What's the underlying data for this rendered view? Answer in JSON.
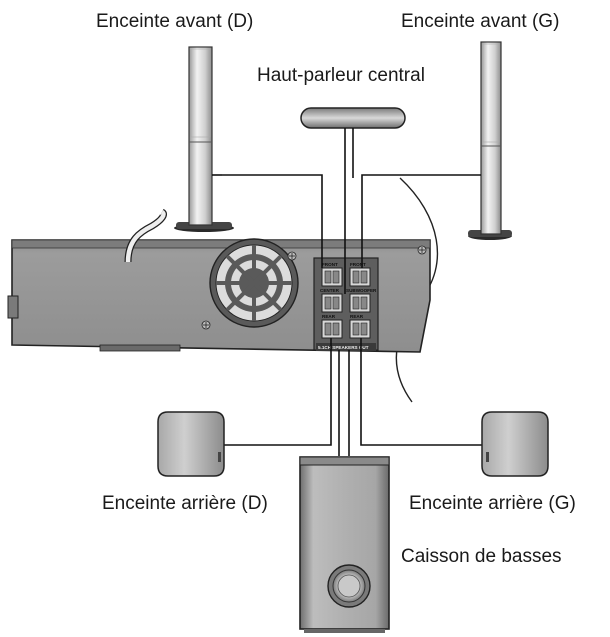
{
  "labels": {
    "front_right": "Enceinte avant (D)",
    "front_left": "Enceinte avant (G)",
    "center": "Haut-parleur central",
    "rear_right": "Enceinte arrière (D)",
    "rear_left": "Enceinte arrière (G)",
    "subwoofer": "Caisson de basses"
  },
  "panel": {
    "terminal_labels": [
      "FRONT",
      "FRONT",
      "CENTER",
      "SUBWOOFER",
      "REAR",
      "REAR"
    ],
    "footer": "5.1CH SPEAKERS OUT"
  }
}
